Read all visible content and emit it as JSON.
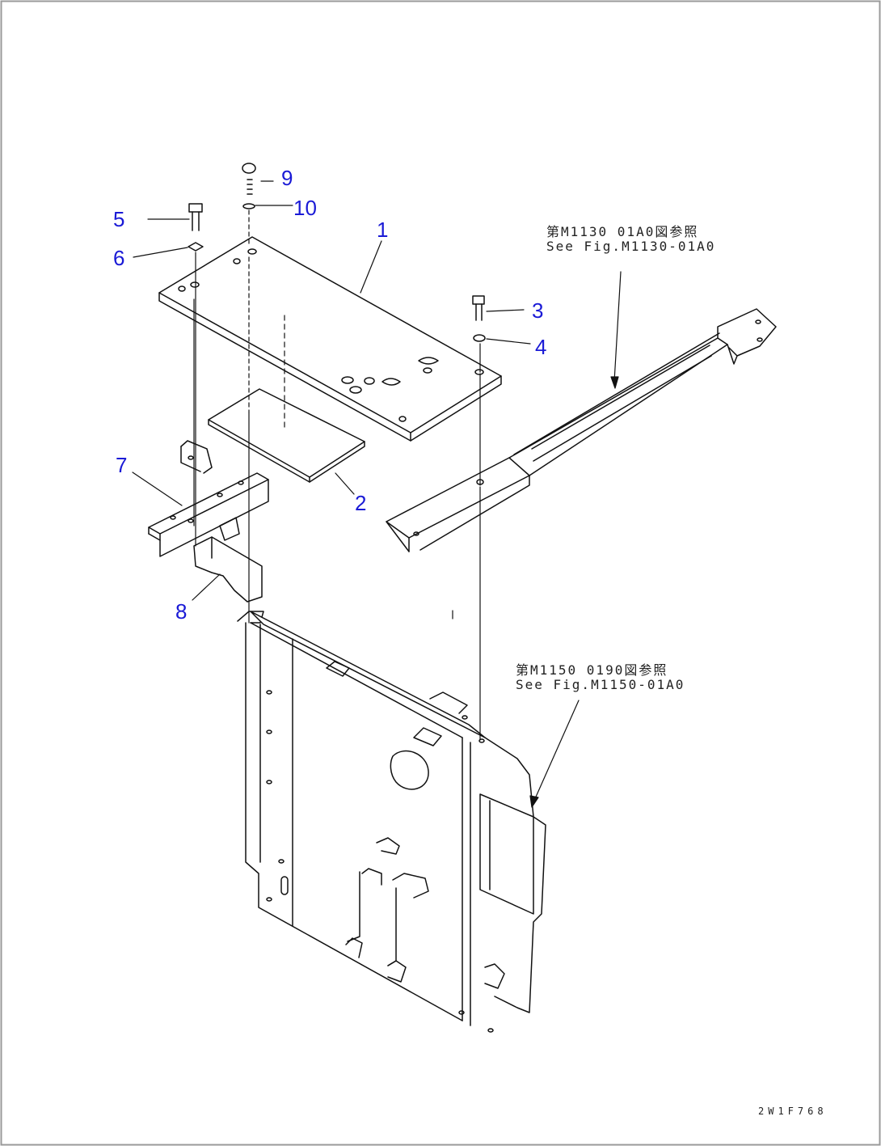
{
  "callouts": {
    "c1": "1",
    "c2": "2",
    "c3": "3",
    "c4": "4",
    "c5": "5",
    "c6": "6",
    "c7": "7",
    "c8": "8",
    "c9": "9",
    "c10": "10"
  },
  "references": {
    "upper_jp": "第M1130 01A0図参照",
    "upper_en": "See Fig.M1130-01A0",
    "lower_jp": "第M1150 0190図参照",
    "lower_en": "See Fig.M1150-01A0"
  },
  "drawing_code": "2W1F768",
  "colors": {
    "line": "#111111",
    "callout": "#1a1ad6",
    "border": "#9a9a9a"
  }
}
